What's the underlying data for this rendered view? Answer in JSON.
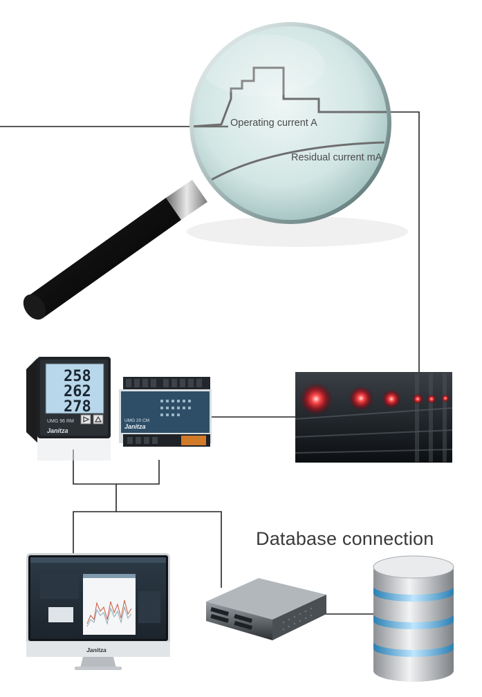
{
  "magnifier": {
    "operating_label": "Operating current A",
    "residual_label": "Residual current mA"
  },
  "meter_96": {
    "readings": [
      "258",
      "262",
      "278"
    ],
    "model": "UMG 96 RM",
    "brand": "Janitza"
  },
  "meter_20": {
    "model": "UMG 20 CM",
    "brand": "Janitza"
  },
  "monitor": {
    "brand": "Janitza"
  },
  "database": {
    "label": "Database connection"
  },
  "colors": {
    "line": "#222222",
    "lens_tint": "#cfe3e2",
    "curve": "#6e6e6e",
    "lcd": "#b9d7ea",
    "led_red": "#ff3b3b"
  }
}
